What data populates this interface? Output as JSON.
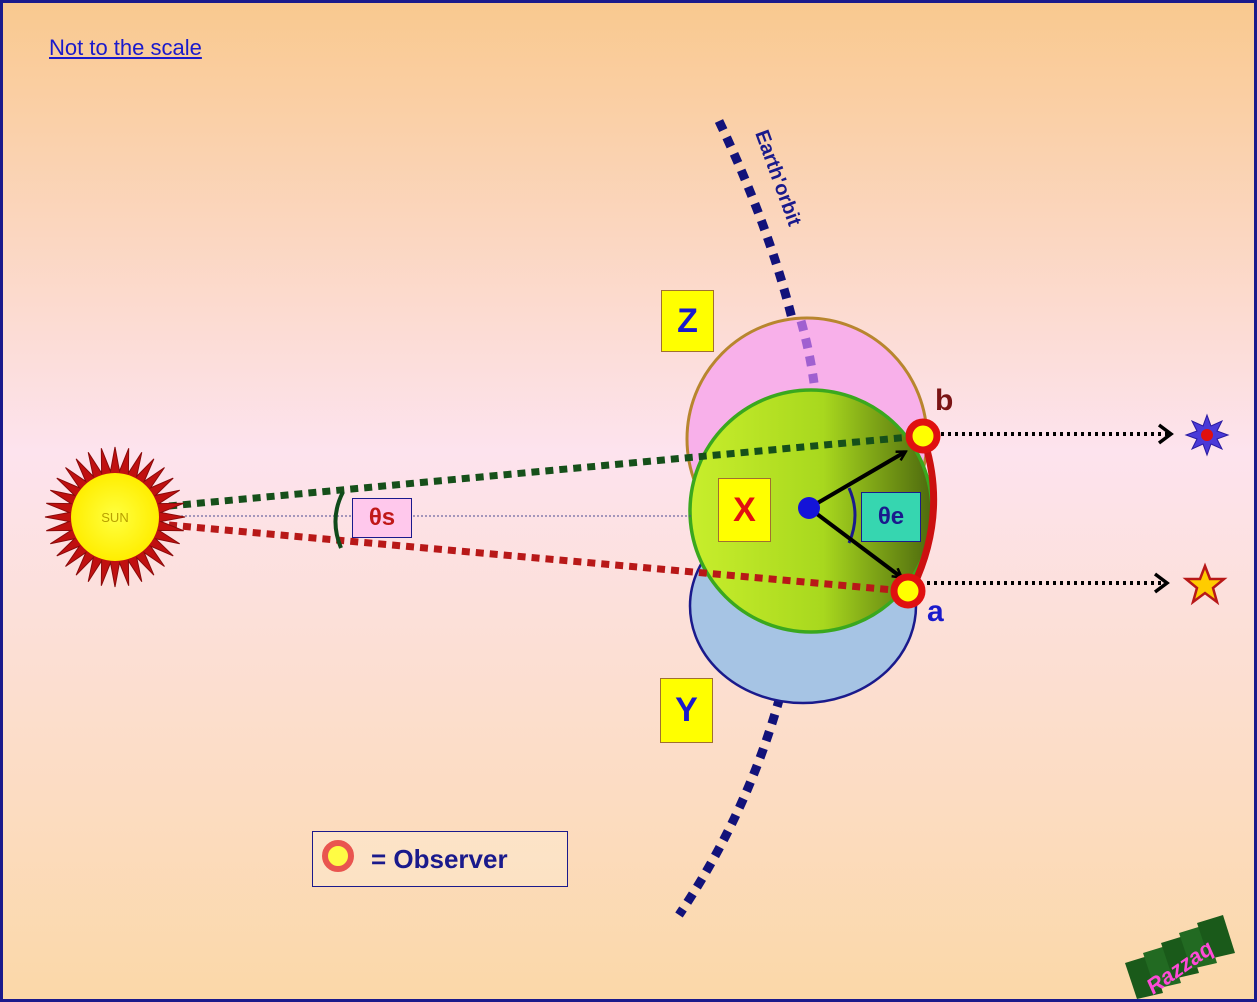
{
  "note_link": "Not to the scale",
  "sun_label": "SUN",
  "orbit_label": "Earth'orbit",
  "regions": {
    "z": "Z",
    "x": "X",
    "y": "Y"
  },
  "angles": {
    "sun": "θs",
    "earth": "θe"
  },
  "points": {
    "a": "a",
    "b": "b"
  },
  "legend": {
    "text": "= Observer"
  },
  "watermark": "Razzaq",
  "colors": {
    "background_top": "#f9c98f",
    "background_mid": "#fde3ee",
    "background_bottom": "#fbd6a6",
    "region_z": "#f7b1ec",
    "region_y": "#a8c6e6",
    "region_x": "#bce22a",
    "observer_ring": "#e01010",
    "observer_fill": "#ffff00",
    "orbit": "#12127a"
  }
}
